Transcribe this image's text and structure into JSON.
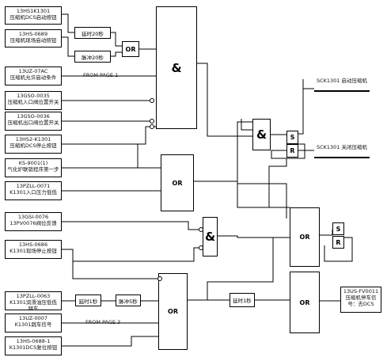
{
  "inputs": {
    "in1": "13HS1K1301\n压缩机DCS启动按钮",
    "in2": "13HS-0689\n压缩机现场启动按钮",
    "in3": "13UZ-07AC\n压缩机允许启动条件",
    "in4": "13GSO-0035\n压缩机入口阀位置开关",
    "in5": "13GSO-0036\n压缩机出口阀位置开关",
    "in6": "13HS2-K1301\n压缩机DCS停止按钮",
    "in7": "KS-9001(1)\n气化炉联锁程序第一步",
    "in8": "13PZLL-0071\nK1301入口压力低低",
    "in9": "13GSI-0076\n13PV0076阀位反馈",
    "in10": "13HS-0686\nK1301现场停止按钮",
    "in11": "13PZLL-0063\nK1301润滑油压低低跳车",
    "in12": "13UZ-0007\nK1301跳车信号",
    "in13": "13HS-0688-1\nK1301DCS复位按钮"
  },
  "timers": {
    "t1": "延时20秒",
    "t2": "脉冲20秒",
    "t3": "延时1秒",
    "t4": "脉冲5秒",
    "t5": "延时1秒"
  },
  "gates": {
    "and_label": "&",
    "or_label": "OR",
    "s_label": "S",
    "r_label": "R"
  },
  "page_refs": {
    "ref1": "FROM PAGE 1",
    "ref3": "FROM PAGE 3"
  },
  "outputs": {
    "o1": "SCK1301\n启动压缩机",
    "o2": "SCK1301\n关闭压缩机",
    "o3": "13US-FV0011\n压缩机停车信号：去DCS"
  }
}
